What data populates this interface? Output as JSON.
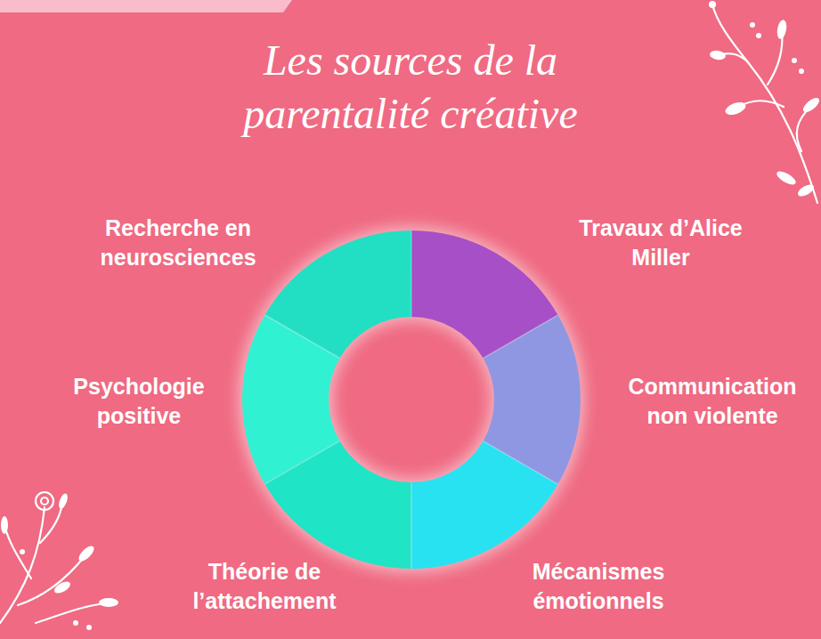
{
  "diagram": {
    "title": "Les sources de la parentalité créative",
    "labels": [
      "Recherche en neurosciences",
      "Travaux d’Alice Miller",
      "Psychologie positive",
      "Communication non violente",
      "Théorie de l’attachement",
      "Mécanismes émotionnels"
    ]
  }
}
